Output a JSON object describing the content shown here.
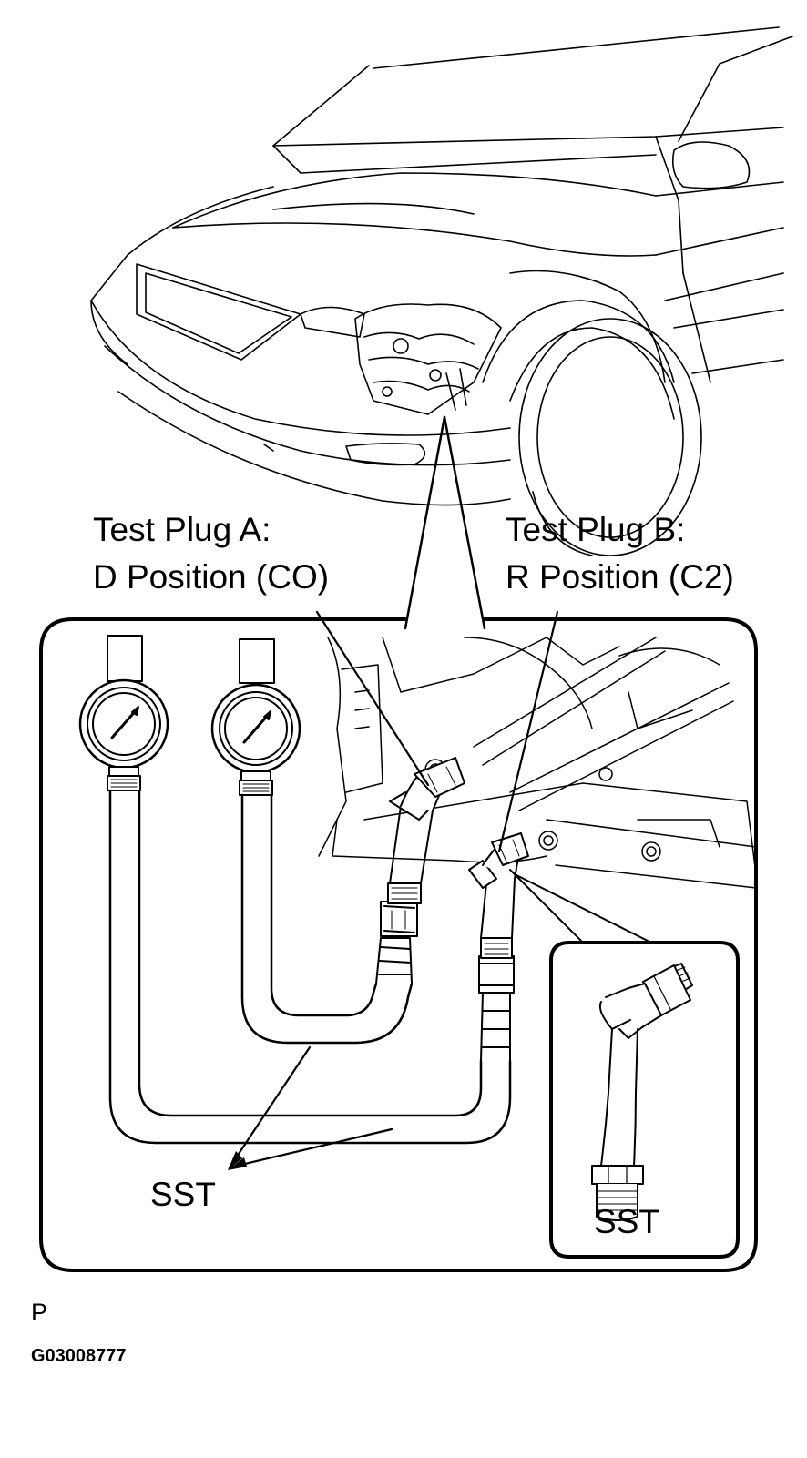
{
  "callouts": {
    "plug_a_title": "Test Plug A:",
    "plug_a_position": "D Position (CO)",
    "plug_b_title": "Test Plug B:",
    "plug_b_position": "R Position (C2)",
    "sst_main": "SST",
    "sst_inset": "SST"
  },
  "footer": {
    "view_code": "P",
    "figure_id": "G03008777"
  },
  "style": {
    "line_color": "#000000",
    "background": "#ffffff"
  }
}
